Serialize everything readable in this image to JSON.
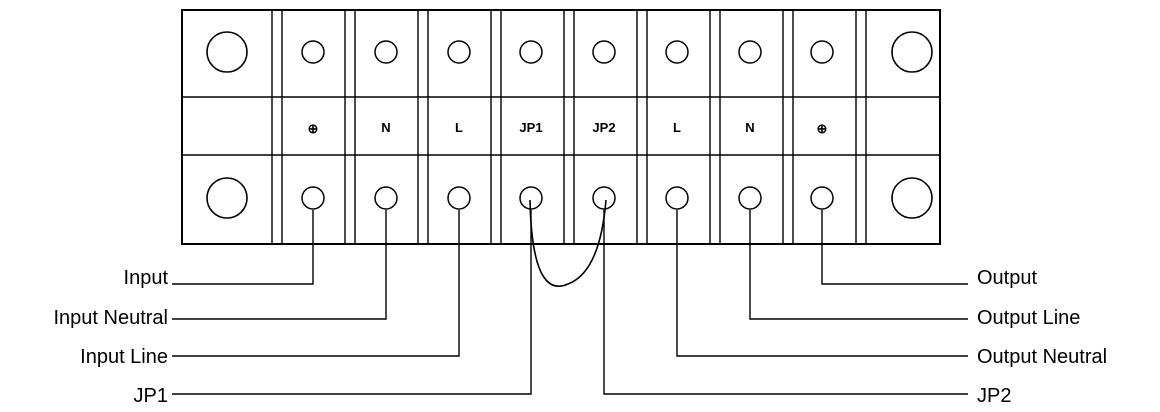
{
  "terminal_labels": [
    "⊕",
    "N",
    "L",
    "JP1",
    "JP2",
    "L",
    "N",
    "⊕"
  ],
  "callouts_left": [
    "Input",
    "Input Neutral",
    "Input Line",
    "JP1"
  ],
  "callouts_right": [
    "Output",
    "Output Line",
    "Output Neutral",
    "JP2"
  ],
  "colors": {
    "line": "#000000",
    "background": "#ffffff"
  }
}
